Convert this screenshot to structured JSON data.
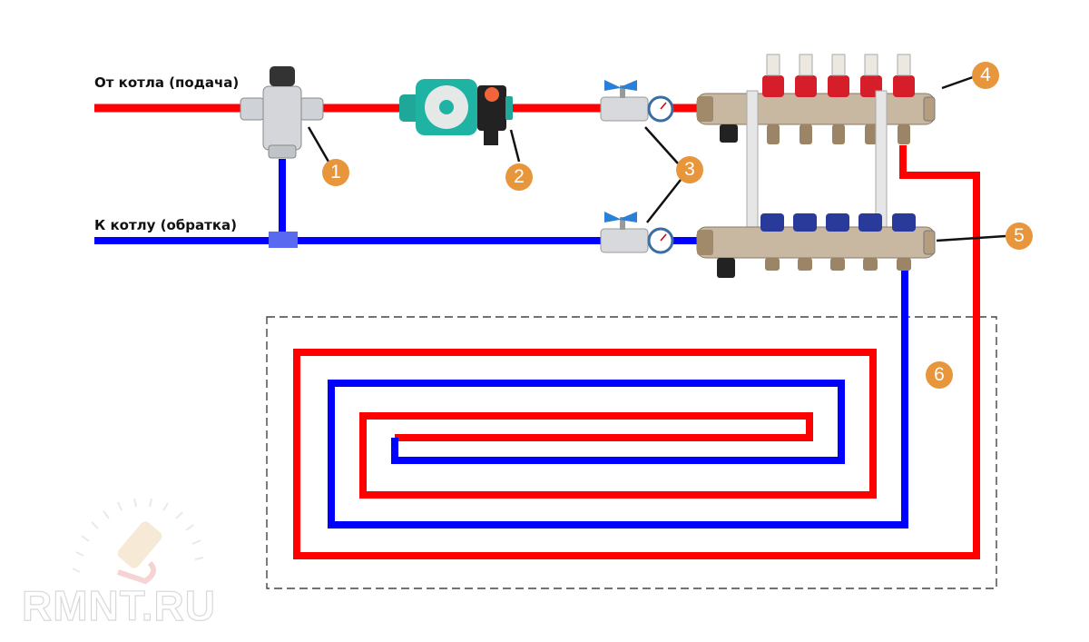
{
  "labels": {
    "supply": "От котла (подача)",
    "return": "К котлу (обратка)"
  },
  "callouts": [
    {
      "number": "1",
      "component": "thermostatic-mixing-valve"
    },
    {
      "number": "2",
      "component": "circulation-pump"
    },
    {
      "number": "3",
      "component": "ball-valves-with-thermometers"
    },
    {
      "number": "4",
      "component": "supply-manifold"
    },
    {
      "number": "5",
      "component": "return-manifold"
    },
    {
      "number": "6",
      "component": "underfloor-heating-loop"
    }
  ],
  "manifold": {
    "supply_outlets": 5,
    "return_outlets": 5
  },
  "watermark": "RMNT.RU",
  "colors": {
    "hot_pipe": "#ff0000",
    "cold_pipe": "#0000ff",
    "badge": "#e8963c",
    "leader": "#111111",
    "zone_border": "#444444"
  }
}
